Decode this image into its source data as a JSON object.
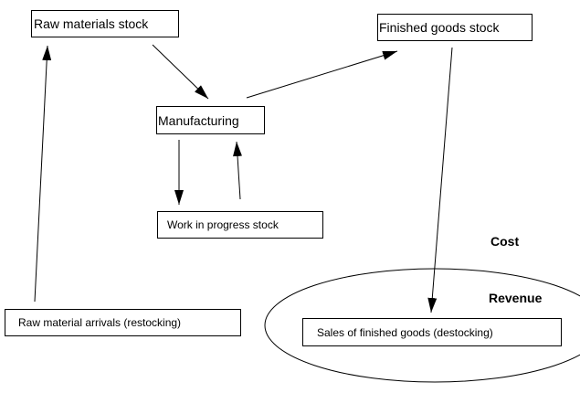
{
  "nodes": {
    "raw_materials_stock": "Raw materials stock",
    "finished_goods_stock": "Finished goods stock",
    "manufacturing": "Manufacturing",
    "work_in_progress_stock": "Work in progress stock",
    "raw_material_arrivals": "Raw material arrivals (restocking)",
    "sales_of_finished_goods": "Sales of finished goods (destocking)"
  },
  "labels": {
    "cost": "Cost",
    "revenue": "Revenue"
  },
  "colors": {
    "line": "#000000",
    "background": "#ffffff"
  }
}
